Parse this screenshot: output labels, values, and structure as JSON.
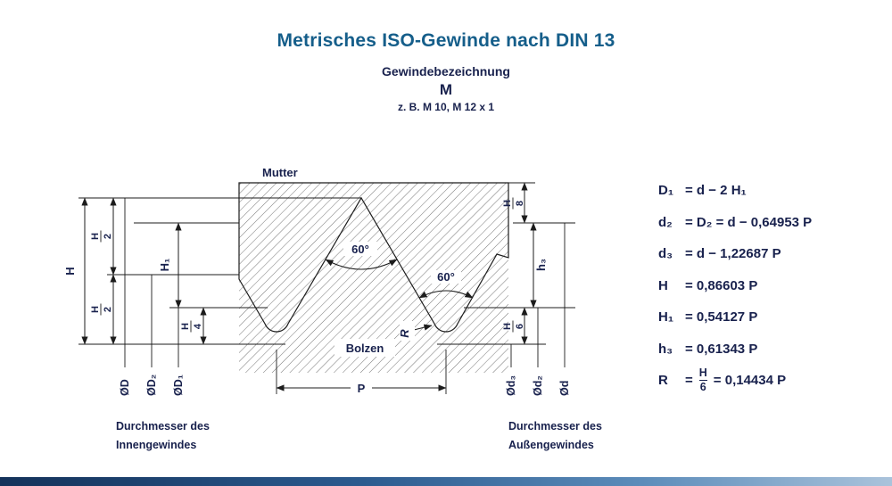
{
  "colors": {
    "title": "#155e8a",
    "text": "#18214d",
    "line": "#1c1c1c",
    "bar1": "#14325a",
    "bar2": "#2b5a8e",
    "bar3": "#5c8cba",
    "bar4": "#aac3db"
  },
  "header": {
    "title": "Metrisches ISO-Gewinde nach DIN 13",
    "subtitle": "Gewindebezeichnung",
    "designation": "M",
    "example": "z. B. M 10, M 12 x 1"
  },
  "drawing": {
    "nut_label": "Mutter",
    "bolt_label": "Bolzen",
    "dim_H": "H",
    "dim_H1": "H₁",
    "dim_h3": "h₃",
    "dim_P": "P",
    "dim_R": "R",
    "angle_apex": "60°",
    "angle_root": "60°",
    "frac_H2": {
      "num": "H",
      "den": "2"
    },
    "frac_H4": {
      "num": "H",
      "den": "4"
    },
    "frac_H8": {
      "num": "H",
      "den": "8"
    },
    "frac_H6": {
      "num": "H",
      "den": "6"
    },
    "dia_left": [
      "ØD",
      "ØD₂",
      "ØD₁"
    ],
    "dia_right": [
      "Ød₃",
      "Ød₂",
      "Ød"
    ],
    "caption_left_line1": "Durchmesser des",
    "caption_left_line2": "Innengewindes",
    "caption_right_line1": "Durchmesser des",
    "caption_right_line2": "Außengewindes"
  },
  "formulas": {
    "rows": [
      {
        "lhs": "D₁",
        "rhs": "= d − 2 H₁"
      },
      {
        "lhs": "d₂",
        "rhs": "= D₂ = d − 0,64953 P"
      },
      {
        "lhs": "d₃",
        "rhs": "= d − 1,22687 P"
      },
      {
        "lhs": "H",
        "rhs": "= 0,86603 P"
      },
      {
        "lhs": "H₁",
        "rhs": "= 0,54127 P"
      },
      {
        "lhs": "h₃",
        "rhs": "= 0,61343 P"
      }
    ],
    "r_lhs": "R",
    "r_eq": "=",
    "r_frac": {
      "num": "H",
      "den": "6"
    },
    "r_rest": "= 0,14434 P"
  }
}
